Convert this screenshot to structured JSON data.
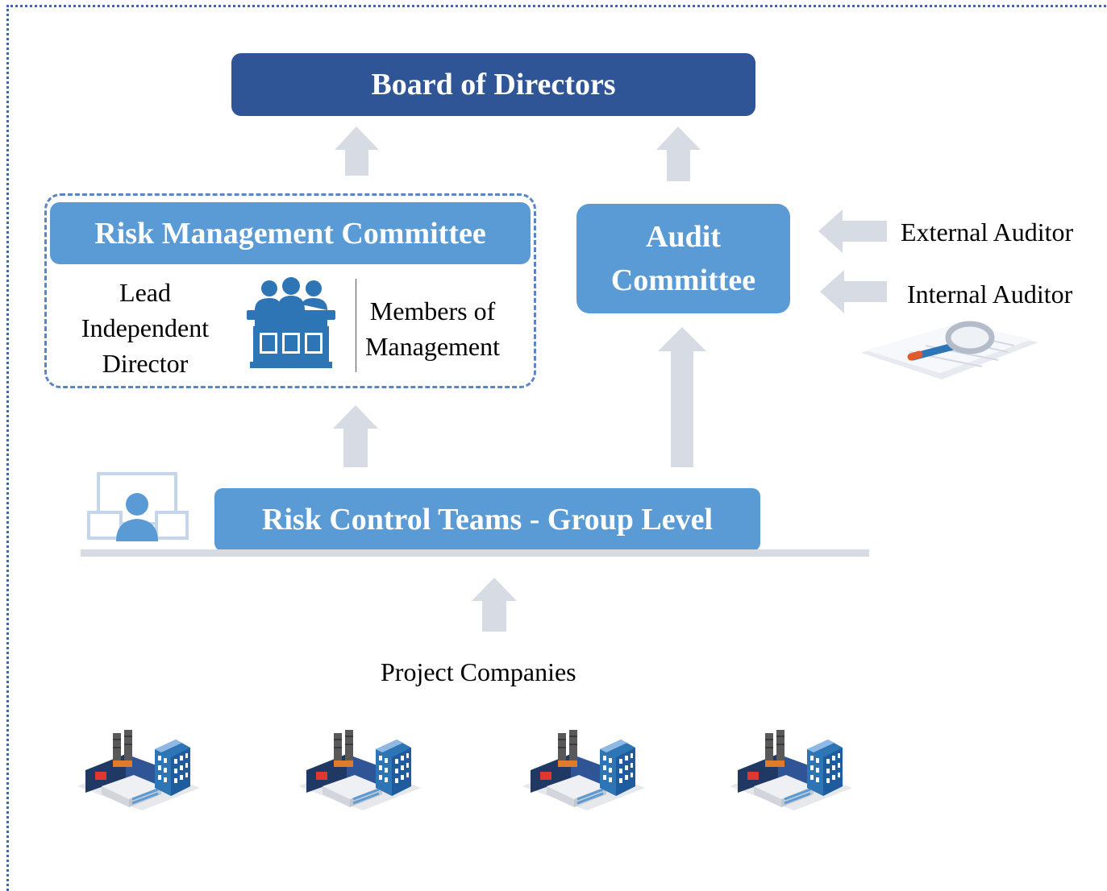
{
  "board": {
    "label": "Board of Directors"
  },
  "risk_committee": {
    "label": "Risk Management Committee",
    "left_member": "Lead\nIndependent\nDirector",
    "right_member": "Members of\nManagement"
  },
  "audit_committee": {
    "label": "Audit\nCommittee"
  },
  "auditors": {
    "external": "External Auditor",
    "internal": "Internal Auditor"
  },
  "risk_control": {
    "label": "Risk Control Teams - Group Level"
  },
  "project": {
    "label": "Project Companies",
    "building_count": 4
  },
  "colors": {
    "dark_blue": "#2f5597",
    "mid_blue": "#5b9bd5",
    "arrow": "#d6dbe4",
    "frame": "#3f66b0",
    "icon_blue": "#2e75b6"
  },
  "icons": [
    "committee-group-icon",
    "magnifier-document-icon",
    "monitor-person-icon",
    "factory-building-icon"
  ]
}
